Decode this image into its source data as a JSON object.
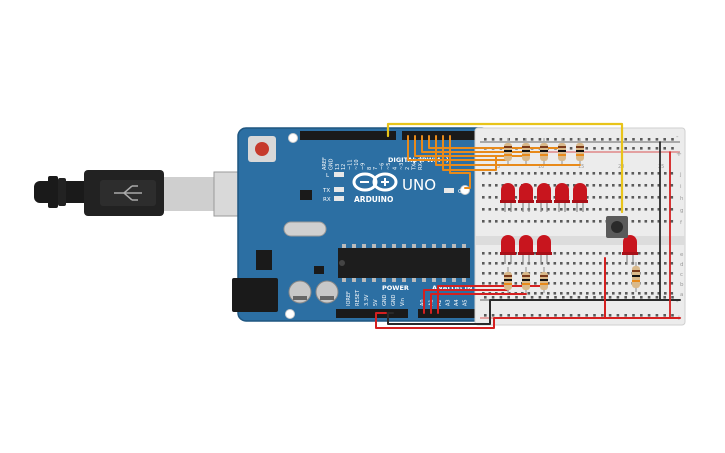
{
  "board": {
    "brand": "ARDUINO",
    "model": "UNO",
    "on_label": "ON",
    "tx_label": "TX",
    "rx_label": "RX",
    "l_label": "L",
    "digital_label": "DIGITAL (PWM~)",
    "power_label": "POWER",
    "analog_label": "ANALOG IN",
    "digital_pins": [
      "AREF",
      "GND",
      "13",
      "12",
      "~11",
      "~10",
      "~9",
      "8",
      "7",
      "~6",
      "~5",
      "4",
      "~3",
      "2",
      "TX▸1",
      "RX◂0"
    ],
    "power_pins": [
      "IOREF",
      "RESET",
      "3.3V",
      "5V",
      "GND",
      "GND",
      "Vin"
    ],
    "analog_pins": [
      "A0",
      "A1",
      "A2",
      "A3",
      "A4",
      "A5"
    ]
  },
  "breadboard": {
    "row_letters_top": [
      "j",
      "i",
      "h",
      "g",
      "f"
    ],
    "row_letters_bottom": [
      "e",
      "d",
      "c",
      "b",
      "a"
    ],
    "column_numbers": [
      "1",
      "5",
      "10",
      "15",
      "20",
      "25",
      "30"
    ],
    "rail_plus": "+",
    "rail_minus": "-"
  },
  "colors": {
    "board": "#2c6fa3",
    "led_red": "#c8151e",
    "wire_yellow": "#e8c41a",
    "wire_orange": "#e88a1a",
    "wire_red": "#d42020",
    "wire_black": "#2a2a2a"
  },
  "icons": [
    "usb-plug-icon",
    "arduino-logo-icon",
    "led-icon",
    "resistor-icon",
    "pushbutton-icon"
  ]
}
